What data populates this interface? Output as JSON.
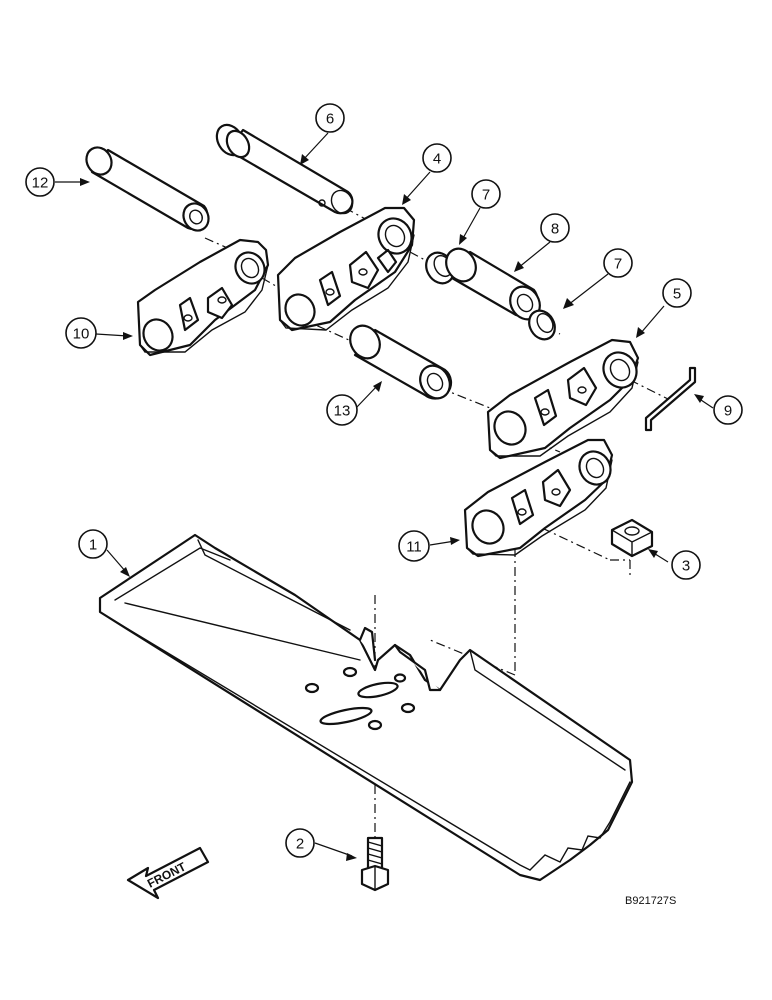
{
  "figure": {
    "reference_code": "B921727S",
    "direction_label": "FRONT"
  },
  "callouts": [
    {
      "number": "1",
      "part": "track-shoe"
    },
    {
      "number": "2",
      "part": "shoe-bolt"
    },
    {
      "number": "3",
      "part": "shoe-nut"
    },
    {
      "number": "4",
      "part": "link-inner-right"
    },
    {
      "number": "5",
      "part": "link-outer-right"
    },
    {
      "number": "6",
      "part": "master-pin"
    },
    {
      "number": "7",
      "part": "seal"
    },
    {
      "number": "7",
      "part": "seal"
    },
    {
      "number": "8",
      "part": "master-bushing"
    },
    {
      "number": "9",
      "part": "lock-pin"
    },
    {
      "number": "10",
      "part": "link-inner-left"
    },
    {
      "number": "11",
      "part": "link-outer-left"
    },
    {
      "number": "12",
      "part": "track-pin"
    },
    {
      "number": "13",
      "part": "track-bushing"
    }
  ]
}
